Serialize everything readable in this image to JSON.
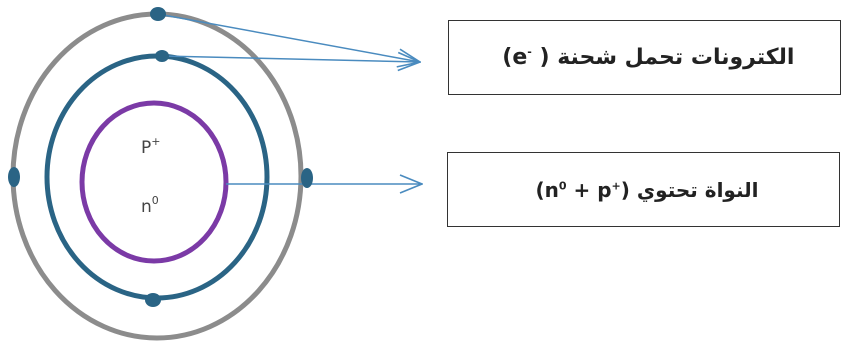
{
  "nucleus": {
    "proton_symbol": "P",
    "proton_charge": "+",
    "neutron_symbol": "n",
    "neutron_charge": "0"
  },
  "labels": {
    "electrons": {
      "text": "الكترونات تحمل شحنة",
      "formula_open": "(",
      "symbol": "e",
      "charge": "-",
      "formula_close": " )"
    },
    "nucleus": {
      "text": "النواة تحتوي",
      "formula_open": "(",
      "neutron": "n",
      "neutron_charge": "0",
      "plus": " + ",
      "proton": "p",
      "proton_charge": "+",
      "formula_close": ")"
    }
  },
  "colors": {
    "outer_orbit": "#8c8c8c",
    "inner_orbit": "#2a6485",
    "nucleus_ring": "#7b3aa6",
    "electron": "#2a6485",
    "arrow": "#4a8bbf",
    "box_border": "#333333"
  }
}
